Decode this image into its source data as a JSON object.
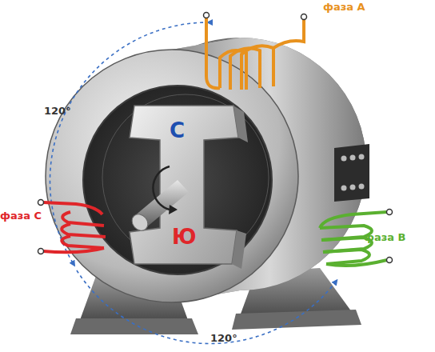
{
  "diagram": {
    "labels": [
      "фаза А",
      "120°",
      "С",
      "Ю",
      "фаза С",
      "фаза В",
      "120°"
    ]
  }
}
